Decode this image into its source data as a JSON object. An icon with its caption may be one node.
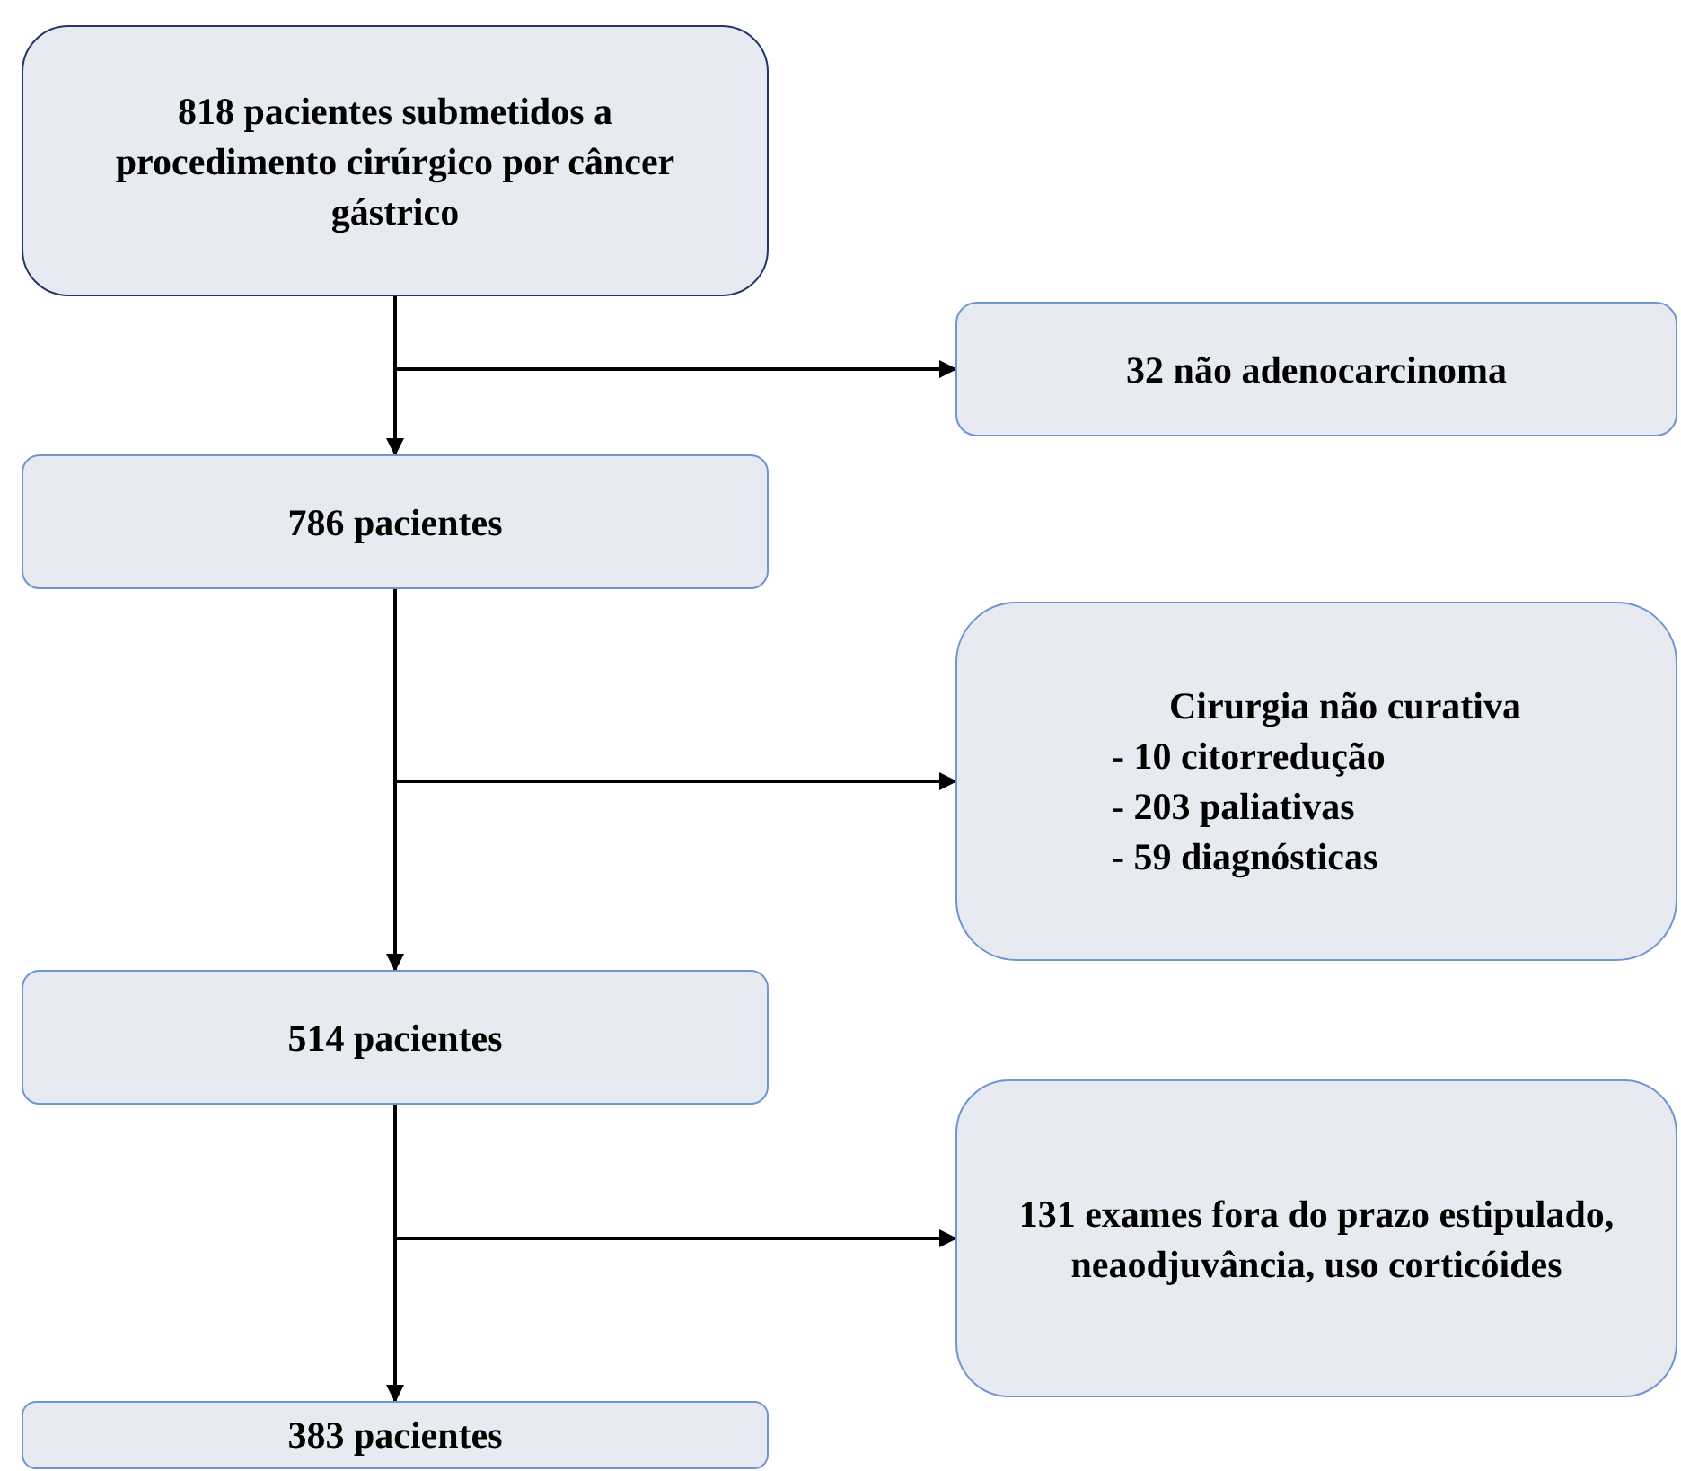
{
  "diagram": {
    "nodes": [
      {
        "text": [
          "818 pacientes submetidos a procedimento cirúrgico por câncer gástrico"
        ]
      },
      {
        "text": [
          "32 não adenocarcinoma"
        ]
      },
      {
        "text": [
          "786 pacientes"
        ]
      },
      {
        "text": [
          "Cirurgia não curativa",
          "- 10 citorredução",
          "- 203 paliativas",
          "- 59 diagnósticas"
        ]
      },
      {
        "text": [
          "514 pacientes"
        ]
      },
      {
        "text": [
          "131 exames fora do prazo estipulado, neaodjuvância, uso corticóides"
        ]
      },
      {
        "text": [
          "383 pacientes"
        ]
      }
    ],
    "edges": [
      {
        "from": 0,
        "to": 2,
        "arrow": "to"
      },
      {
        "from": 0,
        "to": 1,
        "arrow": "to"
      },
      {
        "from": 2,
        "to": 4,
        "arrow": "to"
      },
      {
        "from": 2,
        "to": 3,
        "arrow": "to"
      },
      {
        "from": 4,
        "to": 6,
        "arrow": "to"
      },
      {
        "from": 4,
        "to": 5,
        "arrow": "to"
      }
    ]
  }
}
